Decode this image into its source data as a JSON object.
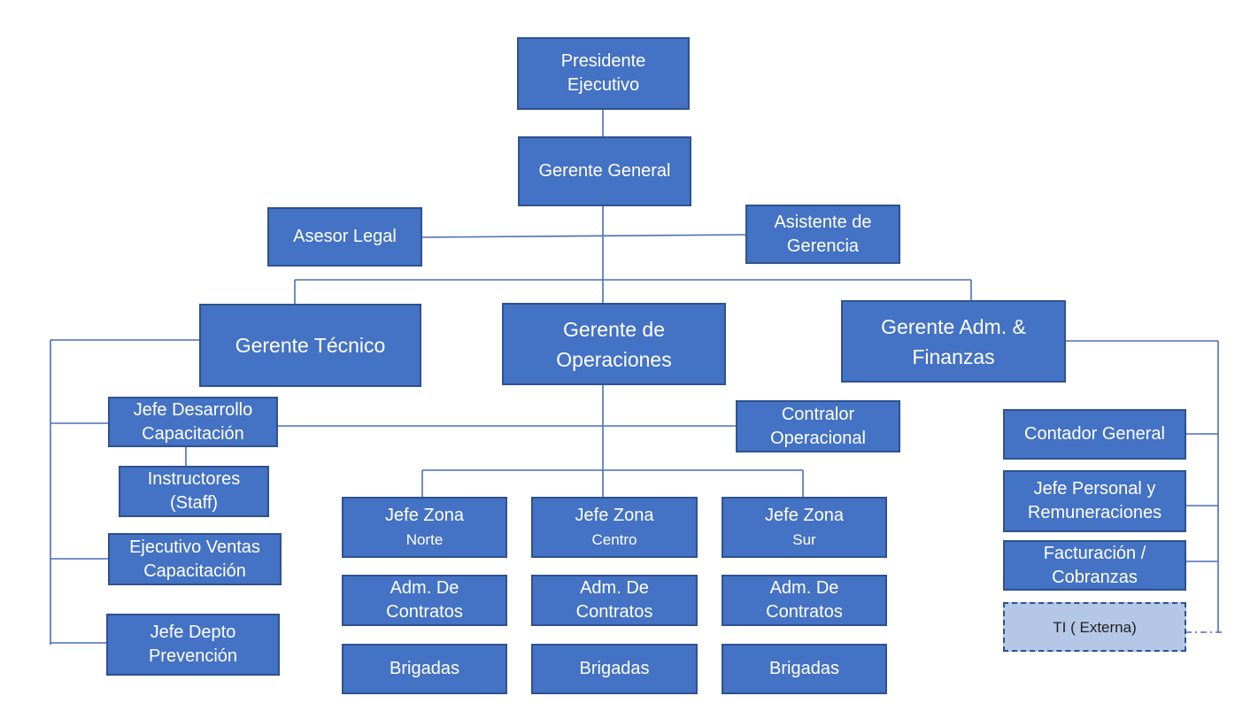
{
  "nodes": {
    "presidente": "Presidente\nEjecutivo",
    "gerente_general": "Gerente General",
    "asesor_legal": "Asesor Legal",
    "asistente": "Asistente de\nGerencia",
    "gerente_tecnico": "Gerente Técnico",
    "gerente_operaciones": "Gerente de\nOperaciones",
    "gerente_adm": "Gerente Adm. &\nFinanzas",
    "jefe_desarrollo": "Jefe Desarrollo\nCapacitación",
    "instructores": "Instructores\n(Staff)",
    "ejecutivo_ventas": "Ejecutivo Ventas\nCapacitación",
    "jefe_prevencion": "Jefe Depto\nPrevención",
    "contralor": "Contralor\nOperacional",
    "zona_norte": {
      "line1": "Jefe Zona",
      "line2": "Norte"
    },
    "zona_centro": {
      "line1": "Jefe Zona",
      "line2": "Centro"
    },
    "zona_sur": {
      "line1": "Jefe Zona",
      "line2": "Sur"
    },
    "adm_contratos": "Adm. De\nContratos",
    "brigadas": "Brigadas",
    "contador": "Contador General",
    "jefe_personal": "Jefe Personal y\nRemuneraciones",
    "facturacion": "Facturación /\nCobranzas",
    "ti_externa": "TI ( Externa)"
  },
  "colors": {
    "box_fill": "#4472c4",
    "box_border": "#2f528f",
    "line": "#4472c4",
    "external_fill": "#b4c7e7"
  }
}
